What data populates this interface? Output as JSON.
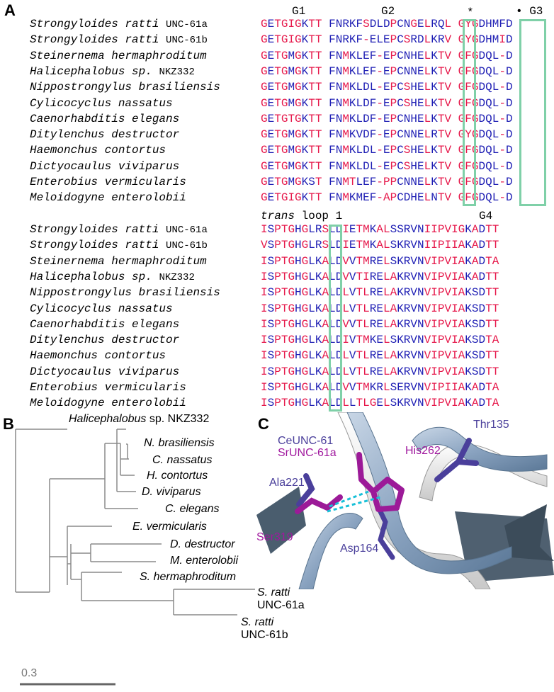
{
  "panels": {
    "a": "A",
    "b": "B",
    "c": "C"
  },
  "colors": {
    "red": "#e6194b",
    "blue": "#1f1fb4",
    "box": "#7fd0a8",
    "indigo": "#4a3f9b",
    "magenta": "#a0189e",
    "cyan": "#17c0d8"
  },
  "alignment": {
    "species": [
      {
        "name": "Strongyloides ratti",
        "strain": "UNC-61a"
      },
      {
        "name": "Strongyloides ratti",
        "strain": "UNC-61b"
      },
      {
        "name": "Steinernema hermaphroditum",
        "strain": ""
      },
      {
        "name": "Halicephalobus sp.",
        "strain": "NKZ332"
      },
      {
        "name": "Nippostrongylus brasiliensis",
        "strain": ""
      },
      {
        "name": "Cylicocyclus nassatus",
        "strain": ""
      },
      {
        "name": "Caenorhabditis elegans",
        "strain": ""
      },
      {
        "name": "Ditylenchus destructor",
        "strain": ""
      },
      {
        "name": "Haemonchus contortus",
        "strain": ""
      },
      {
        "name": "Dictyocaulus viviparus",
        "strain": ""
      },
      {
        "name": "Enterobius vermicularis",
        "strain": ""
      },
      {
        "name": "Meloidogyne enterolobii",
        "strain": ""
      }
    ],
    "block1": {
      "header_g1": "G1",
      "header_g2": "G2",
      "header_star": "*",
      "header_g3": "• G3",
      "rows": [
        "GETGIGKTT FNRKFSDLDPCNGELRQL GYGDHMFD",
        "GETGIGKTT FNRKF-ELEPCSRDLKRV GYGDHMID",
        "GETGMGKTT FNMKLEF-EPCNHELKTV GFGDQL-D",
        "GETGMGKTT FNMKLEF-EPCNNELKTV GFGDQL-D",
        "GETGMGKTT FNMKLDL-EPCSHELKTV GFGDQL-D",
        "GETGMGKTT FNMKLDF-EPCSHELKTV GFGDQL-D",
        "GETGTGKTT FNMKLDF-EPCNHELKTV GFGDQL-D",
        "GETGMGKTT FNMKVDF-EPCNNELRTV GYGDQL-D",
        "GETGMGKTT FNMKLDL-EPCSHELKTV GFGDQL-D",
        "GETGMGKTT FNMKLDL-EPCSHELKTV GFGDQL-D",
        "GETGMGKST FNMTLEF-PPCNNELKTV GFGDQL-D",
        "GETGIGKTT FNMKMEF-APCDHELNTV GFGDQL-D"
      ]
    },
    "block2": {
      "header_loop_italic": "trans",
      "header_loop": " loop 1",
      "header_g4": "G4",
      "rows": [
        "ISPTGHGLRSLDIETMKALSSRVNIIPVIGKADTT",
        "VSPTGHGLRSLDIETMKALSKRVNIIPIIAKADTT",
        "ISPTGHGLKALDVVTMRELSKRVNVIPVIAKADTA",
        "ISPTGHGLKALDVVTIRELAKRVNVIPVIAKADTT",
        "ISPTGHGLKALDLVTLRELAKRVNVIPVIAKSDTT",
        "ISPTGHGLKALDLVTLRELAKRVNVIPVIAKSDTT",
        "ISPTGHGLKALDVVTLRELAKRVNVIPVIAKSDTT",
        "ISPTGHGLKALDIVTMKELSKRVNVIPVIAKSDTA",
        "ISPTGHGLKALDLVTLRELAKRVNVIPVIAKSDTT",
        "ISPTGHGLKALDLVTLRELAKRVNVIPVIAKSDTT",
        "ISPTGHGLKALDVVTMKRLSERVNVIPIIAKADTA",
        "ISPTGHGLKALDLLTLGELSKRVNVIPVIAKADTA"
      ]
    }
  },
  "tree": {
    "leaves": [
      {
        "name": "Halicephalobus",
        "strain": "sp. NKZ332"
      },
      {
        "name": "N. brasiliensis",
        "strain": ""
      },
      {
        "name": "C. nassatus",
        "strain": ""
      },
      {
        "name": "H. contortus",
        "strain": ""
      },
      {
        "name": "D. viviparus",
        "strain": ""
      },
      {
        "name": "C. elegans",
        "strain": ""
      },
      {
        "name": "E. vermicularis",
        "strain": ""
      },
      {
        "name": "D. destructor",
        "strain": ""
      },
      {
        "name": "M. enterolobii",
        "strain": ""
      },
      {
        "name": "S. hermaphroditum",
        "strain": ""
      },
      {
        "name": "S. ratti",
        "strain": "UNC-61a"
      },
      {
        "name": "S. ratti",
        "strain": "UNC-61b"
      }
    ],
    "scale_label": "0.3",
    "scale_value": 0.3
  },
  "structure": {
    "legend_ce": "CeUNC-61",
    "legend_sr": "SrUNC-61a",
    "residues": {
      "thr": "Thr135",
      "his": "His262",
      "ala": "Ala221",
      "ser": "Ser319",
      "asp": "Asp164"
    }
  }
}
